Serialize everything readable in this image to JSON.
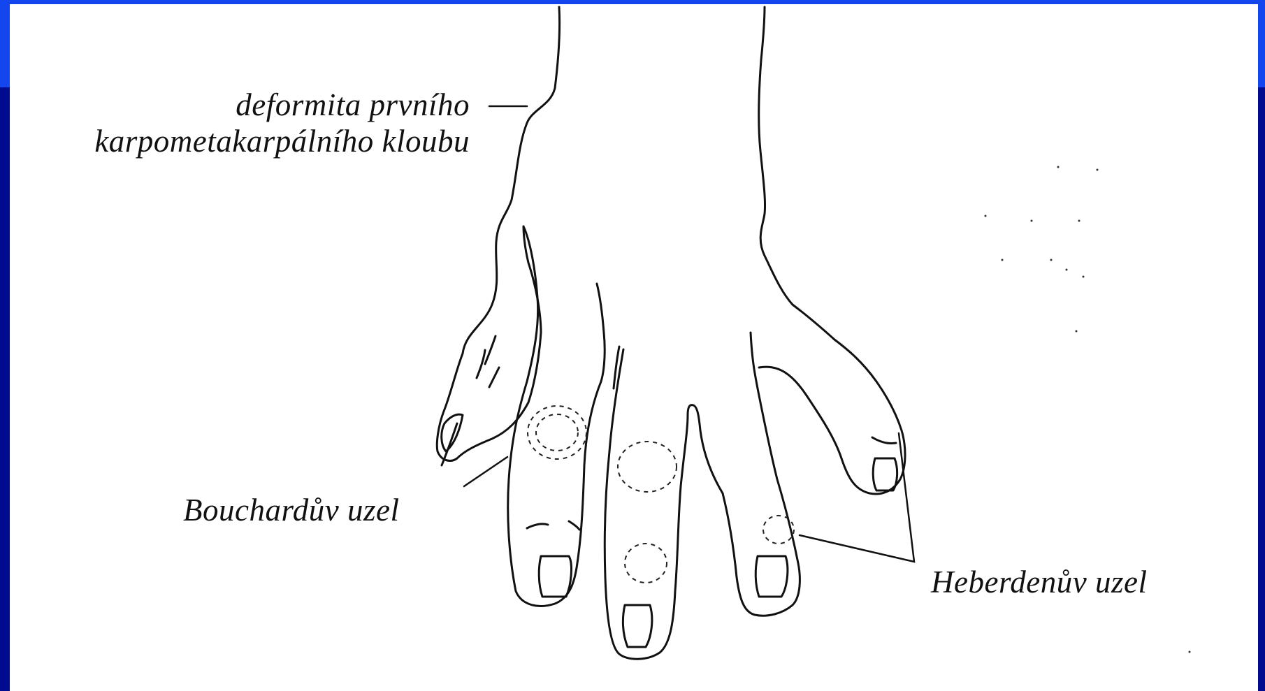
{
  "labels": {
    "cmc_joint_line1": "deformita prvního",
    "cmc_joint_line2": "karpometakarpálního kloubu",
    "bouchard_node": "Bouchardův uzel",
    "heberden_node": "Heberdenův uzel"
  },
  "colors": {
    "frame_top": "#1346ee",
    "frame_bottom": "#000b8f",
    "panel": "#ffffff",
    "ink": "#111111"
  }
}
